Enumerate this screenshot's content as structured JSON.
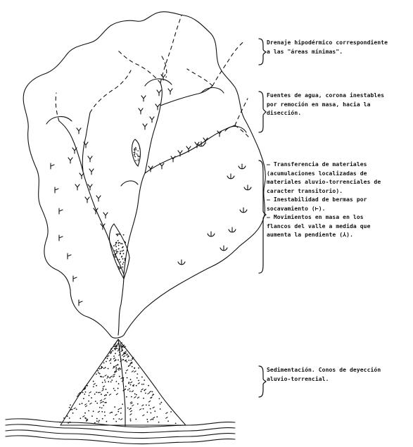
{
  "legend": [
    {
      "lines": [
        "Drenaje hipodérmico correspondiente",
        "a las \"áreas mínimas\"."
      ]
    },
    {
      "lines": [
        "Fuentes de agua, corona inestables",
        "por remoción en masa, hacia la",
        "disección."
      ]
    },
    {
      "lines": [
        "— Transferencia de materiales",
        "(acumulaciones localizadas de",
        "materiales aluvio-torrenciales de",
        "caracter transitorio).",
        "— Inestabilidad de bermas por",
        "socavamiento (⊢).",
        "— Movimientos en masa en los",
        "flancos del valle a medida que",
        "aumenta la pendiente (⅄)."
      ]
    },
    {
      "lines": [
        "Sedimentación. Conos de deyección",
        "aluvio-torrencial."
      ]
    }
  ],
  "colors": {
    "ink": "#111111",
    "paper": "#ffffff"
  },
  "symbols": [
    "mass-movement-symbol",
    "berm-instability-symbol",
    "stream-channel",
    "dashed-subsurface-drainage",
    "sediment-deposit"
  ]
}
